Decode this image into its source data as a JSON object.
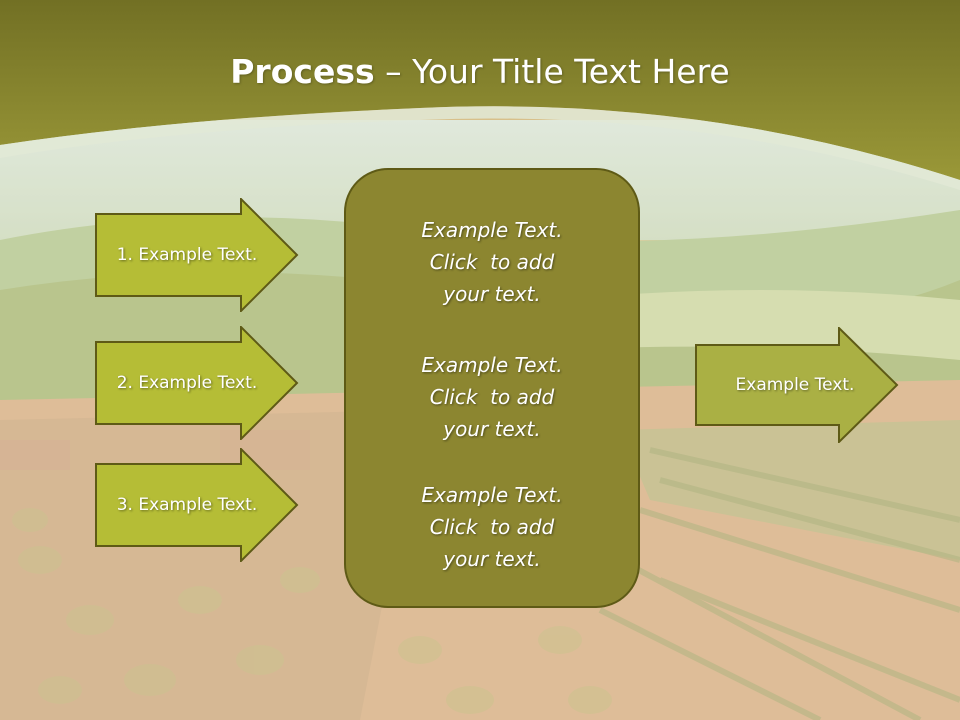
{
  "slide": {
    "title_bold": "Process",
    "title_rest": " – Your Title Text Here"
  },
  "steps": [
    {
      "label": "1. Example Text."
    },
    {
      "label": "2. Example Text."
    },
    {
      "label": "3. Example Text."
    }
  ],
  "center_box": {
    "blocks": [
      {
        "lines": [
          "Example Text.",
          "Click  to add",
          "your text."
        ]
      },
      {
        "lines": [
          "Example Text.",
          "Click  to add",
          "your text."
        ]
      },
      {
        "lines": [
          "Example Text.",
          "Click  to add",
          "your text."
        ]
      }
    ]
  },
  "output": {
    "label": "Example Text."
  },
  "colors": {
    "header_olive": "#7d7828",
    "step_arrow_fill": "#b5bd36",
    "output_arrow_fill": "#aab044",
    "center_box_fill": "#8c8630",
    "outline": "#5e5a16"
  }
}
